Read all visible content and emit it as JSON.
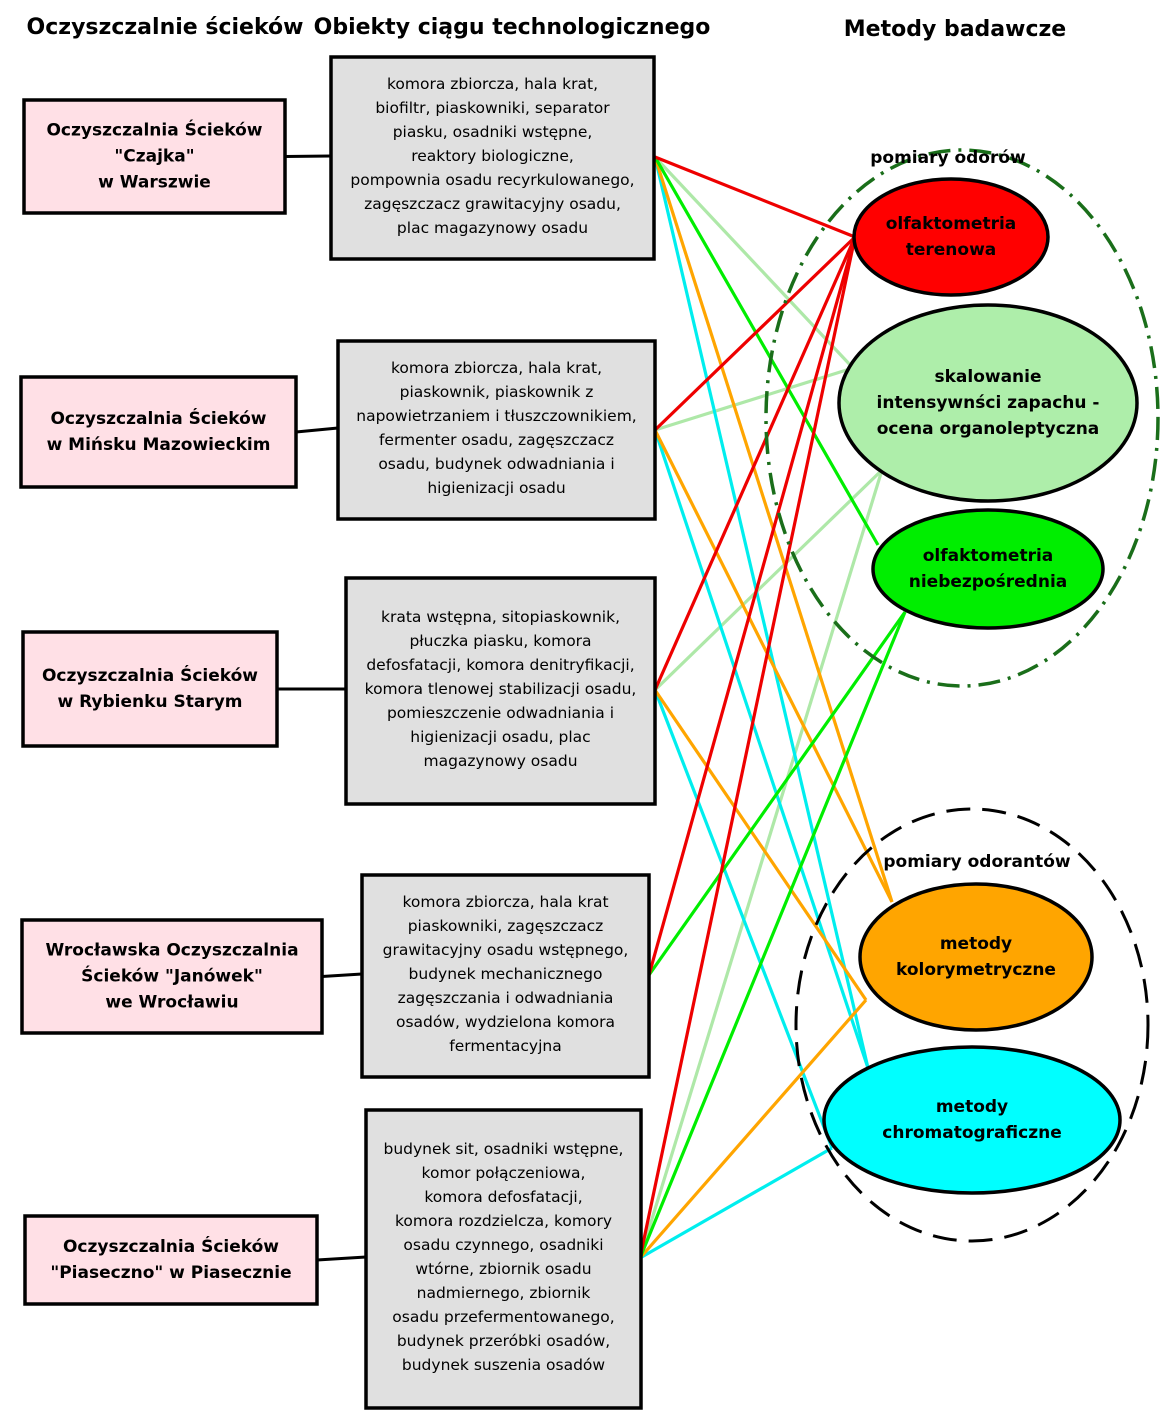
{
  "headers": {
    "plants": "Oczyszczalnie ścieków",
    "objects": "Obiekty ciągu technologicznego",
    "methods": "Metody badawcze"
  },
  "plants": [
    {
      "lines": [
        "Oczyszczalnia Ścieków",
        "\"Czajka\"",
        "w Warszwie"
      ]
    },
    {
      "lines": [
        "Oczyszczalnia Ścieków",
        "w Mińsku Mazowieckim"
      ]
    },
    {
      "lines": [
        "Oczyszczalnia Ścieków",
        "w Rybienku Starym"
      ]
    },
    {
      "lines": [
        "Wrocławska Oczyszczalnia",
        "Ścieków \"Janówek\"",
        "we Wrocławiu"
      ]
    },
    {
      "lines": [
        "Oczyszczalnia Ścieków",
        "\"Piaseczno\" w Piasecznie"
      ]
    }
  ],
  "objects": [
    {
      "lines": [
        "komora zbiorcza, hala krat,",
        "biofiltr, piaskowniki, separator",
        "piasku, osadniki wstępne,",
        "reaktory biologiczne,",
        "pompownia osadu recyrkulowanego,",
        "zagęszczacz grawitacyjny osadu,",
        "plac magazynowy osadu"
      ]
    },
    {
      "lines": [
        "komora zbiorcza, hala krat,",
        "piaskownik, piaskownik z",
        "napowietrzaniem i tłuszczownikiem,",
        "fermenter osadu, zagęszczacz",
        "osadu, budynek odwadniania i",
        "higienizacji osadu"
      ]
    },
    {
      "lines": [
        "krata wstępna, sitopiaskownik,",
        "płuczka piasku, komora",
        "defosfatacji, komora denitryfikacji,",
        "komora tlenowej stabilizacji osadu,",
        "pomieszczenie odwadniania i",
        "higienizacji osadu, plac",
        "magazynowy osadu"
      ]
    },
    {
      "lines": [
        "komora zbiorcza, hala krat",
        "piaskowniki, zagęszczacz",
        "grawitacyjny osadu wstępnego,",
        "budynek mechanicznego",
        "zagęszczania i odwadniania",
        "osadów, wydzielona komora",
        "fermentacyjna"
      ]
    },
    {
      "lines": [
        "budynek sit, osadniki wstępne,",
        "komor połączeniowa,",
        "komora defosfatacji,",
        "komora rozdzielcza, komory",
        "osadu czynnego, osadniki",
        "wtórne, zbiornik osadu",
        "nadmiernego, zbiornik",
        "osadu przefermentowanego,",
        "budynek przeróbki osadów,",
        "budynek suszenia osadów"
      ]
    }
  ],
  "groups": {
    "odors": "pomiary odorów",
    "odorants": "pomiary odorantów"
  },
  "methods": [
    {
      "key": "ft",
      "lines": [
        "olfaktometria",
        "terenowa"
      ],
      "color": "#ff0000"
    },
    {
      "key": "sk",
      "lines": [
        "skalowanie",
        "intensywnści zapachu -",
        "ocena organoleptyczna"
      ],
      "color": "#aeeeaa"
    },
    {
      "key": "on",
      "lines": [
        "olfaktometria",
        "niebezpośrednia"
      ],
      "color": "#00ee00"
    },
    {
      "key": "kol",
      "lines": [
        "metody",
        "kolorymetryczne"
      ],
      "color": "#ffa500"
    },
    {
      "key": "chr",
      "lines": [
        "metody",
        "chromatograficzne"
      ],
      "color": "#00ffff"
    }
  ],
  "colors": {
    "plant_fill": "#ffe0e6",
    "object_fill": "#e0e0e0",
    "odor_group_stroke": "#1a6e1a",
    "odorant_group_stroke": "#000000",
    "line_ft": "#ee0000",
    "line_sk": "#aee8a8",
    "line_on": "#00ee00",
    "line_kol": "#ffa500",
    "line_chr": "#00eeee"
  },
  "connections": [
    {
      "object": 0,
      "methods": [
        "ft",
        "sk",
        "on",
        "kol",
        "chr"
      ]
    },
    {
      "object": 1,
      "methods": [
        "ft",
        "sk",
        "kol",
        "chr"
      ]
    },
    {
      "object": 2,
      "methods": [
        "ft",
        "sk",
        "kol",
        "chr"
      ]
    },
    {
      "object": 3,
      "methods": [
        "ft",
        "on"
      ]
    },
    {
      "object": 4,
      "methods": [
        "ft",
        "sk",
        "on",
        "kol",
        "chr"
      ]
    }
  ]
}
